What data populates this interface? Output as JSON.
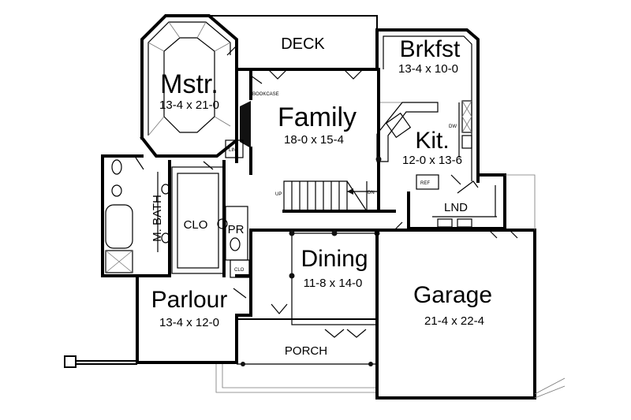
{
  "rooms": {
    "deck": {
      "name": "DECK"
    },
    "master": {
      "name": "Mstr.",
      "size": "13-4 x 21-0"
    },
    "family": {
      "name": "Family",
      "size": "18-0 x 15-4"
    },
    "breakfast": {
      "name": "Brkfst",
      "size": "13-4 x 10-0"
    },
    "kitchen": {
      "name": "Kit.",
      "size": "12-0 x 13-6"
    },
    "master_bath": {
      "name": "M. BATH"
    },
    "closet": {
      "name": "CLO"
    },
    "powder": {
      "name": "PR"
    },
    "laundry": {
      "name": "LND"
    },
    "dining": {
      "name": "Dining",
      "size": "11-8 x 14-0"
    },
    "parlour": {
      "name": "Parlour",
      "size": "13-4 x 12-0"
    },
    "garage": {
      "name": "Garage",
      "size": "21-4 x 22-4"
    },
    "porch": {
      "name": "PORCH"
    }
  },
  "annotations": {
    "bookcase": "BOOKCASE",
    "linen": "LIN",
    "up": "UP",
    "down": "DN",
    "dishwasher": "DW",
    "refrigerator": "REF",
    "small_closet": "CLO"
  }
}
